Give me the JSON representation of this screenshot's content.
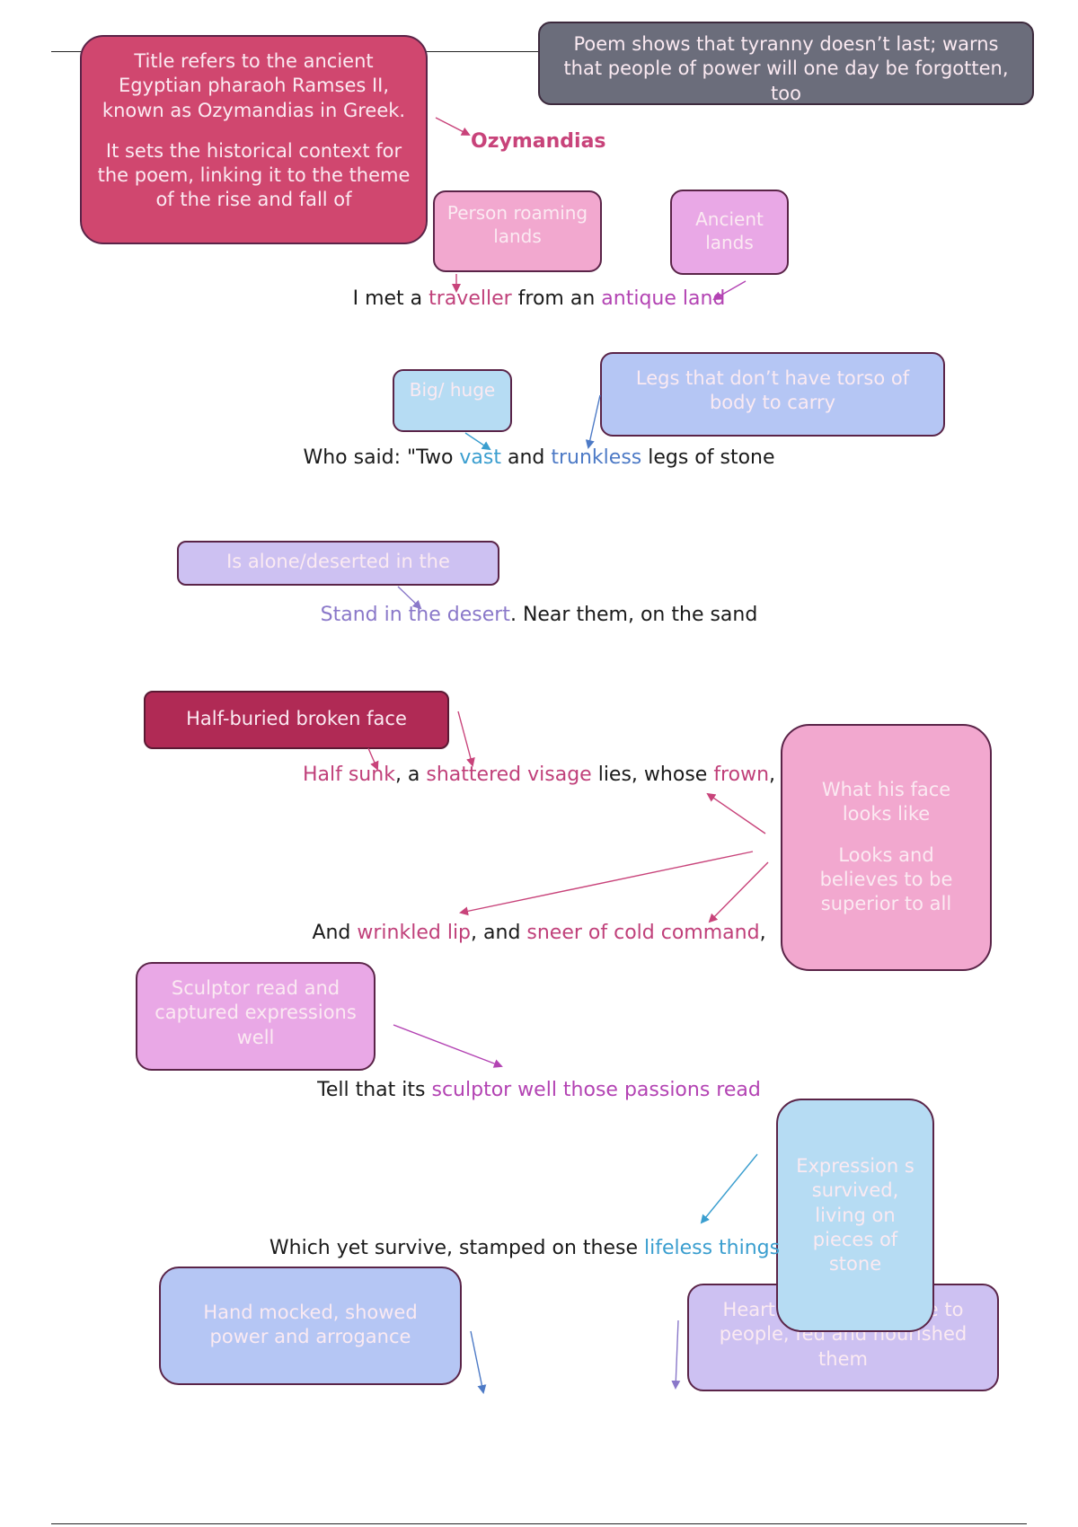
{
  "title": "Ozymandias",
  "notes": {
    "title_context_p1": "Title refers to the ancient Egyptian pharaoh Ramses II, known as Ozymandias in Greek.",
    "title_context_p2": "It sets the historical context for the poem, linking it to the theme of the rise and fall of",
    "theme": "Poem shows that tyranny doesn’t last; warns that people of power will one day be forgotten, too",
    "traveller": "Person roaming lands",
    "antique_land": "Ancient lands",
    "vast": "Big/ huge",
    "trunkless": "Legs that don’t have torso of body to carry",
    "desert": "Is alone/deserted in the",
    "half_sunk": "Half-buried broken face",
    "frown_p1": "What his face looks like",
    "frown_p2": "Looks and believes to be superior to all",
    "sculptor": "Sculptor read and captured expressions well",
    "lifeless_things": "Expression s survived, living on pieces of stone",
    "hand": "Hand mocked, showed power and arrogance",
    "heart": "Heart gave life and life to people, fed and nourished them"
  },
  "poem": {
    "l1": {
      "a": "I met a ",
      "traveller": "traveller",
      "b": " from an ",
      "antique_land": "antique land"
    },
    "l2": {
      "a": "Who said: \"Two ",
      "vast": "vast",
      "b": " and ",
      "trunkless": "trunkless",
      "c": " legs of stone"
    },
    "l3": {
      "desert": "Stand in the desert",
      "a": ". Near them, on the sand"
    },
    "l4": {
      "half_sunk": "Half sunk",
      "a": ", a ",
      "shattered_visage": "shattered visage",
      "b": " lies, whose ",
      "frown": "frown",
      "c": ","
    },
    "l5": {
      "a": "And ",
      "wrinkled_lip": "wrinkled lip",
      "b": ", and ",
      "sneer": "sneer of cold command",
      "c": ","
    },
    "l6": {
      "a": "Tell that its ",
      "sculptor": "sculptor well those passions read"
    },
    "l7": {
      "a": "Which yet survive, stamped on these ",
      "lifeless": "lifeless things"
    }
  },
  "colors": {
    "rose": "#d0476f",
    "slate": "#6b6d7b",
    "pink": "#f2a8cf",
    "orchid": "#e9a8e6",
    "sky": "#b6dcf3",
    "periwinkle": "#b5c6f4",
    "lavender": "#cdc1f2",
    "crimson": "#b02a55"
  }
}
